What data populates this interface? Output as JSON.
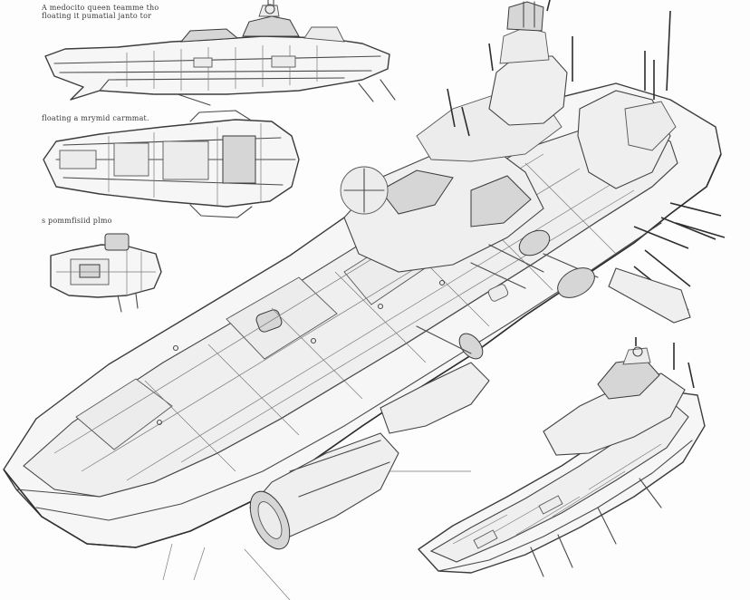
{
  "sheet": {
    "caption_a": [
      "A medocito queen teamme tho",
      "floating it pumatial janto tor"
    ],
    "caption_b": "floating a mrymid carmmat.",
    "caption_c": "s pommfisiid plmo"
  }
}
